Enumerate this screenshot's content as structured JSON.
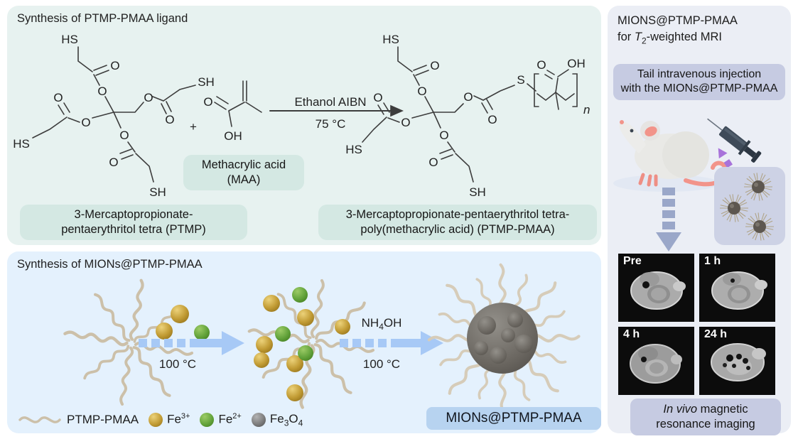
{
  "panels": {
    "ligand": {
      "title": "Synthesis of PTMP-PMAA ligand",
      "reaction": {
        "plus": "+",
        "conditions_line1": "Ethanol AIBN",
        "conditions_line2": "75 °C"
      },
      "maa_label": {
        "line1": "Methacrylic acid",
        "line2": "(MAA)"
      },
      "ptmp_label": {
        "line1": "3-Mercaptopropionate-",
        "line2": "pentaerythritol tetra (PTMP)"
      },
      "product_label": {
        "line1": "3-Mercaptopropionate-pentaerythritol tetra-",
        "line2": "poly(methacrylic acid) (PTMP-PMAA)"
      }
    },
    "mions": {
      "title": "Synthesis of MIONs@PTMP-PMAA",
      "step1": {
        "temp": "100 °C"
      },
      "step2": {
        "reagent_pre": "NH",
        "reagent_sub": "4",
        "reagent_post": "OH",
        "temp": "100 °C"
      },
      "product_label": "MIONs@PTMP-PMAA",
      "legend": {
        "polymer": "PTMP-PMAA",
        "fe3": {
          "base": "Fe",
          "sup": "3+"
        },
        "fe2": {
          "base": "Fe",
          "sup": "2+"
        },
        "fe3o4": {
          "f1": "Fe",
          "s1": "3",
          "f2": "O",
          "s2": "4"
        }
      }
    },
    "mri": {
      "title_line1": "MIONS@PTMP-PMAA",
      "title_line2": {
        "pre": "for ",
        "t": "T",
        "sub": "2",
        "post": "-weighted MRI"
      },
      "injection_label": {
        "line1": "Tail intravenous injection",
        "line2": "with the MIONs@PTMP-PMAA"
      },
      "scans": [
        {
          "label": "Pre"
        },
        {
          "label": "1 h"
        },
        {
          "label": "4 h"
        },
        {
          "label": "24 h"
        }
      ],
      "caption": {
        "italic": "In vivo",
        "line1_rest": " magnetic",
        "line2": "resonance imaging"
      }
    }
  },
  "chem": {
    "hs": "HS",
    "sh": "SH",
    "o": "O",
    "oh": "OH",
    "s": "S",
    "n": "n",
    "plus": "+"
  },
  "colors": {
    "panel_mint": "#e7f2f0",
    "panel_blue": "#e4f1fd",
    "panel_lavender": "#ebeef5",
    "chip_teal": "#d4e8e3",
    "chip_blue": "#b7d3f0",
    "chip_lavender": "#c6cbe2",
    "arrow_blue": "#a7c9f6",
    "arrow_slate": "#9aa7c9",
    "arrow_purple": "#a873da",
    "fe3_gold": "#c29c35",
    "fe2_green": "#64a43c",
    "fe3o4_gray": "#7d7d7d",
    "polymer_tan": "#ccc0a9",
    "mouse_pink": "#f2948a",
    "mri_bg": "#0c0c0c"
  }
}
